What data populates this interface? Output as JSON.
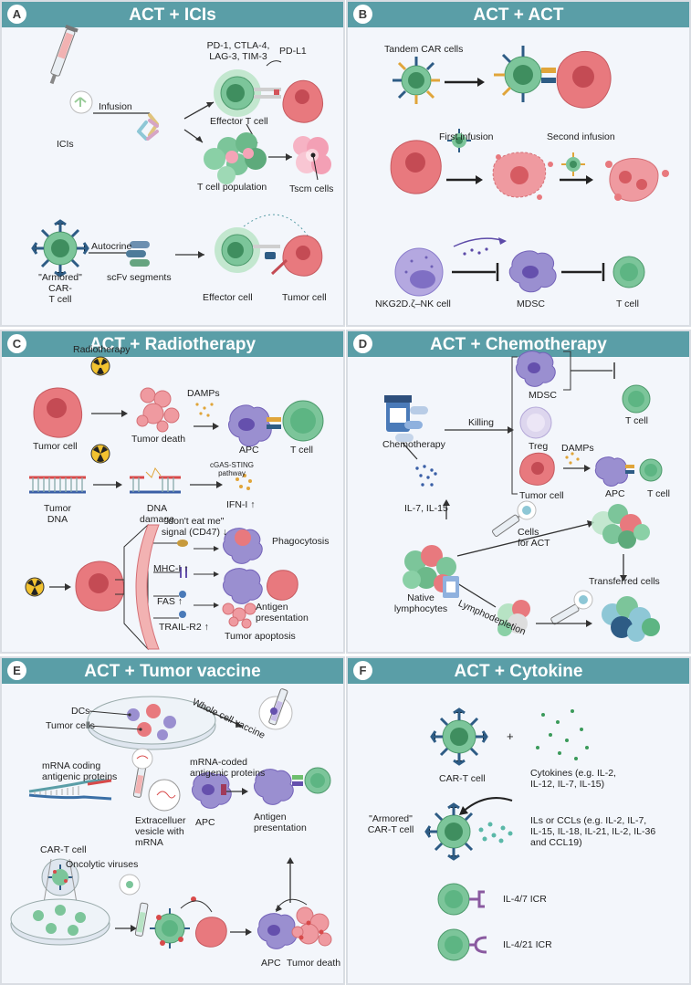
{
  "panels": {
    "a": {
      "letter": "A",
      "title": "ACT + ICIs",
      "labels": {
        "receptors": "PD-1, CTLA-4,\nLAG-3, TIM-3",
        "pdl1": "PD-L1",
        "infusion": "Infusion",
        "icis": "ICIs",
        "effector_t": "Effector T cell",
        "t_pop": "T cell population",
        "tscm": "Tscm cells",
        "autocrine": "Autocrine",
        "armored": "\"Armored\" CAR-\nT cell",
        "scfv": "scFv segments",
        "effector": "Effector cell",
        "tumor": "Tumor cell"
      }
    },
    "b": {
      "letter": "B",
      "title": "ACT + ACT",
      "labels": {
        "tandem": "Tandem CAR cells",
        "first": "First infusion",
        "second": "Second infusion",
        "nk": "NKG2D.ζ–NK cell",
        "mdsc": "MDSC",
        "tcell": "T cell"
      }
    },
    "c": {
      "letter": "C",
      "title": "ACT + Radiotherapy",
      "labels": {
        "radiotherapy": "Radiotherapy",
        "tumor_cell": "Tumor cell",
        "tumor_death": "Tumor death",
        "damps": "DAMPs",
        "apc": "APC",
        "tcell": "T cell",
        "tumor_dna": "Tumor\nDNA",
        "dna_damage": "DNA\ndamage",
        "cgas": "cGAS-STING\npathway",
        "ifn": "IFN-I ↑",
        "dont_eat": "\"don't eat me\"\nsignal (CD47) ↓",
        "mhc": "MHC-I ↑",
        "fas": "FAS ↑",
        "trail": "TRAIL-R2 ↑",
        "phago": "Phagocytosis",
        "antigen": "Antigen presentation",
        "apoptosis": "Tumor apoptosis"
      }
    },
    "d": {
      "letter": "D",
      "title": "ACT + Chemotherapy",
      "labels": {
        "chemo": "Chemotherapy",
        "killing": "Killing",
        "mdsc": "MDSC",
        "tcell1": "T cell",
        "treg": "Treg",
        "damps": "DAMPs",
        "tumor": "Tumor cell",
        "apc": "APC",
        "tcell2": "T cell",
        "il": "IL-7, IL-15",
        "cells_act": "Cells\nfor ACT",
        "lympho": "Lymphodepletion",
        "transferred": "Transferred cells",
        "native": "Native\nlymphocytes"
      }
    },
    "e": {
      "letter": "E",
      "title": "ACT + Tumor vaccine",
      "labels": {
        "dcs": "DCs",
        "tumor_cells": "Tumor cells",
        "whole": "Whole cell vaccine",
        "mrna": "mRNA coding\nantigenic proteins",
        "mrna_coded": "mRNA-coded\nantigenic proteins",
        "vesicle": "Extracelluer\nvesicle with\nmRNA",
        "apc": "APC",
        "antigen": "Antigen\npresentation",
        "cart": "CAR-T cell",
        "onco": "Oncolytic viruses",
        "apc2": "APC",
        "death": "Tumor death"
      }
    },
    "f": {
      "letter": "F",
      "title": "ACT + Cytokine",
      "labels": {
        "plus": "+",
        "cart": "CAR-T cell",
        "cytokines": "Cytokines (e.g. IL-2,\nIL-12, IL-7,  IL-15)",
        "armored": "\"Armored\"\nCAR-T cell",
        "ils": "ILs or CCLs (e.g. IL-2, IL-7,\nIL-15, IL-18, IL-21, IL-2, IL-36\nand CCL19)",
        "icr47": "IL-4/7 ICR",
        "icr421": "IL-4/21 ICR"
      }
    }
  },
  "colors": {
    "header": "#5a9ea7",
    "panel_bg": "#f3f6fb",
    "tcell": "#6cc08f",
    "tumor": "#e8797e",
    "apc": "#9a8fd0",
    "glow": "#b7e3c4"
  }
}
